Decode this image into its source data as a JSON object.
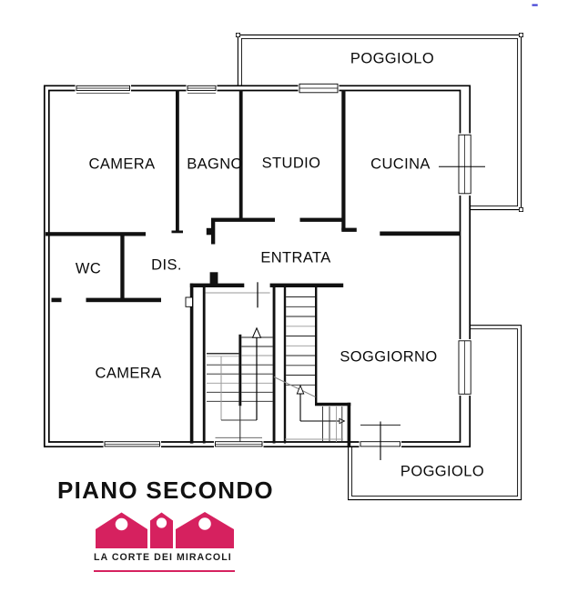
{
  "plan": {
    "rooms": [
      {
        "id": "poggiolo-top",
        "label": "POGGIOLO"
      },
      {
        "id": "camera-top",
        "label": "CAMERA"
      },
      {
        "id": "bagno",
        "label": "BAGNO"
      },
      {
        "id": "studio",
        "label": "STUDIO"
      },
      {
        "id": "cucina",
        "label": "CUCINA"
      },
      {
        "id": "wc",
        "label": "WC"
      },
      {
        "id": "dis",
        "label": "DIS."
      },
      {
        "id": "entrata",
        "label": "ENTRATA"
      },
      {
        "id": "camera-bottom",
        "label": "CAMERA"
      },
      {
        "id": "soggiorno",
        "label": "SOGGIORNO"
      },
      {
        "id": "poggiolo-bottom",
        "label": "POGGIOLO"
      }
    ]
  },
  "footer": {
    "floor_title": "PIANO SECONDO",
    "logo_text": "LA CORTE DEI MIRACOLI"
  },
  "colors": {
    "logo_pink": "#d6215f",
    "ink": "#000000",
    "gray_line": "#999999",
    "blue_mark": "#4343d6"
  }
}
